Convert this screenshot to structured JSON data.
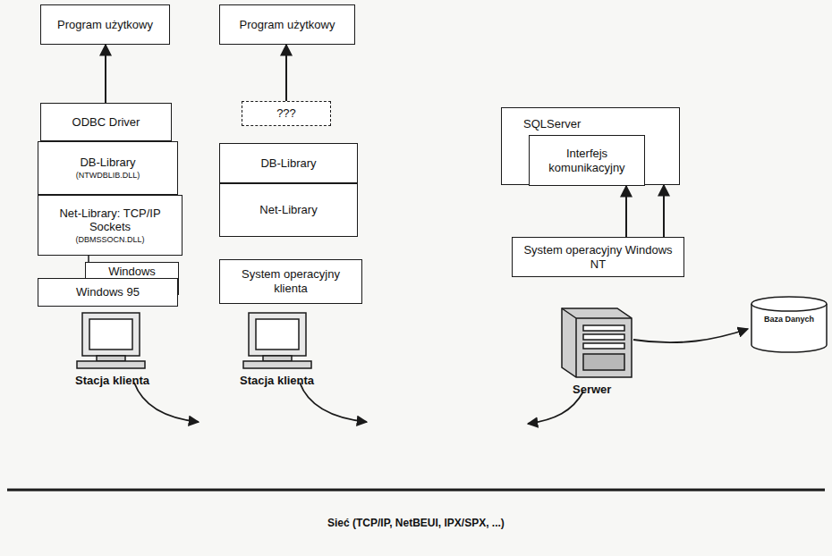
{
  "diagram": {
    "nodes": [
      {
        "text": [
          "Program użytkowy"
        ]
      },
      {
        "text": [
          "Program użytkowy"
        ]
      },
      {
        "text": [
          "ODBC Driver"
        ]
      },
      {
        "text": [
          "???"
        ]
      },
      {
        "text": [
          "SQLServer"
        ]
      },
      {
        "text": [
          "Interfejs komunikacyjny"
        ],
        "in": 4
      },
      {
        "text": [
          "DB-Library",
          "(NTWDBLIB.DLL)"
        ]
      },
      {
        "text": [
          "DB-Library"
        ]
      },
      {
        "text": [
          "Net-Library: TCP/IP Sockets",
          "(DBMSSOCN.DLL)"
        ]
      },
      {
        "text": [
          "Net-Library"
        ]
      },
      {
        "text": [
          "Windows Sockets"
        ]
      },
      {
        "text": [
          "System operacyjny Windows NT"
        ]
      },
      {
        "text": [
          "Windows 95"
        ]
      },
      {
        "text": [
          "System operacyjny klienta"
        ]
      },
      {
        "text": [
          "Baza Danych"
        ]
      }
    ],
    "edges": [
      {
        "from": 2,
        "to": 0,
        "arrow": "to"
      },
      {
        "from": 3,
        "to": 1,
        "arrow": "to"
      },
      {
        "from": 11,
        "to": 5,
        "arrow": "to"
      },
      {
        "from": 11,
        "to": 4,
        "arrow": "to"
      },
      {
        "from": 8,
        "to": 10,
        "arrow": "none"
      }
    ],
    "labels": [
      "Stacja klienta",
      "Stacja klienta",
      "Serwer",
      "Sieć (TCP/IP, NetBEUI, IPX/SPX, ...)"
    ]
  }
}
